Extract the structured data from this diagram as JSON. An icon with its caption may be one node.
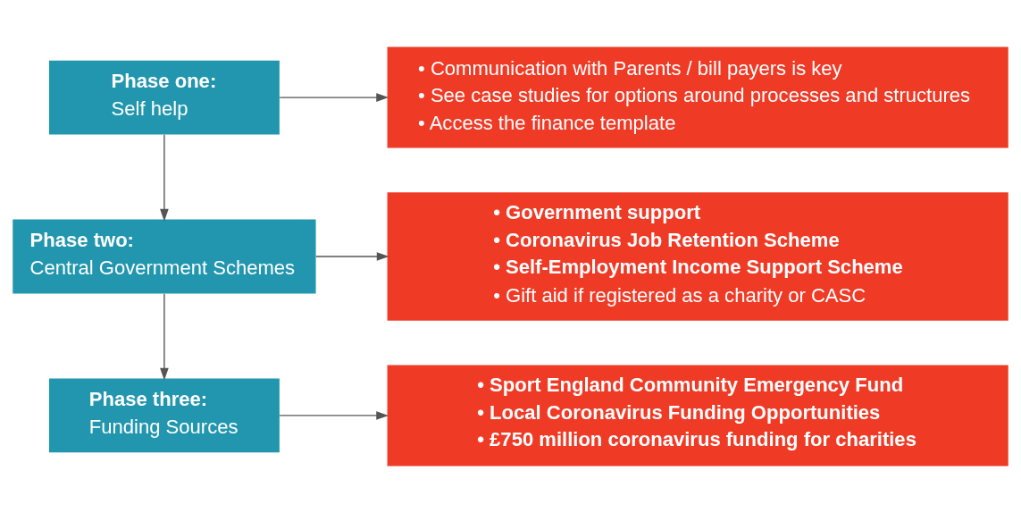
{
  "diagram": {
    "nodes": [
      {
        "text": [
          "Phase one:",
          "Self help"
        ]
      },
      {
        "text": [
          "• Communication with Parents / bill payers is key",
          "• See case studies for options around processes and structures",
          "• Access the finance template"
        ]
      },
      {
        "text": [
          "Phase two:",
          "Central Government Schemes"
        ]
      },
      {
        "text": [
          "• Government support",
          "• Coronavirus Job Retention Scheme",
          "• Self-Employment Income Support Scheme",
          "• Gift aid if registered as a charity or CASC"
        ]
      },
      {
        "text": [
          "Phase three:",
          "Funding Sources"
        ]
      },
      {
        "text": [
          "• Sport England Community Emergency Fund",
          "• Local Coronavirus Funding Opportunities",
          "• £750 million coronavirus funding for charities"
        ]
      }
    ],
    "edges": [
      {
        "from": 0,
        "to": 1,
        "arrow": "to"
      },
      {
        "from": 0,
        "to": 2,
        "arrow": "to"
      },
      {
        "from": 2,
        "to": 3,
        "arrow": "to"
      },
      {
        "from": 2,
        "to": 4,
        "arrow": "to"
      },
      {
        "from": 4,
        "to": 5,
        "arrow": "to"
      }
    ]
  }
}
